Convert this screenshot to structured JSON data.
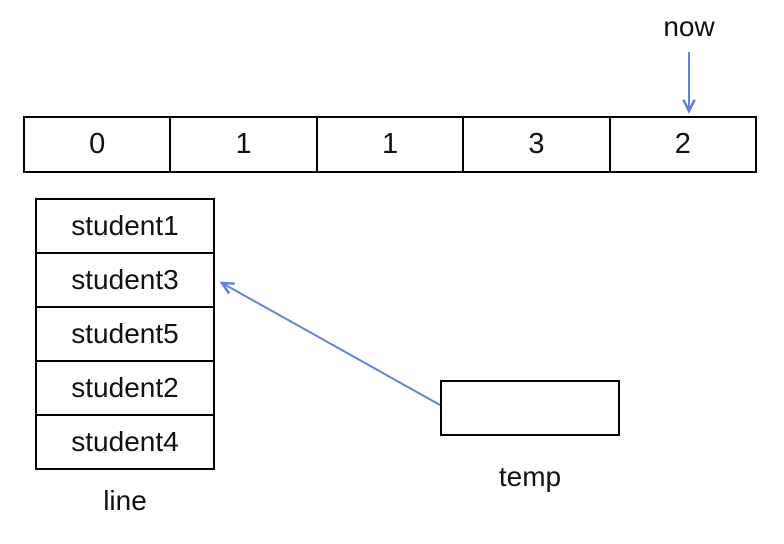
{
  "colors": {
    "accent_blue": "#6282DA",
    "border_black": "#000000",
    "background": "#FFFFFF"
  },
  "pointer": {
    "label": "now",
    "points_to_cell_index": 4
  },
  "array": {
    "cells": [
      "0",
      "1",
      "1",
      "3",
      "2"
    ]
  },
  "queue": {
    "label": "line",
    "items": [
      "student1",
      "student3",
      "student5",
      "student2",
      "student4"
    ],
    "arrow_target_item": "student3"
  },
  "temp": {
    "label": "temp",
    "value": ""
  }
}
